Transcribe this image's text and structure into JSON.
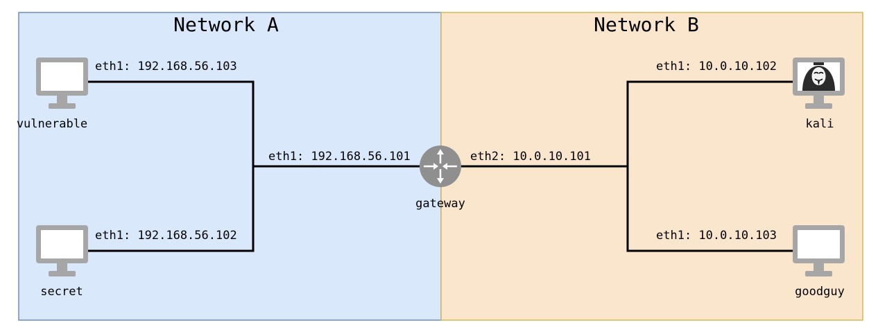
{
  "networks": {
    "a": {
      "title": "Network A",
      "fill": "#dae8fc",
      "stroke": "#6c8ebf"
    },
    "b": {
      "title": "Network B",
      "fill": "#fae5cd",
      "stroke": "#d6b656"
    }
  },
  "hosts": {
    "vulnerable": {
      "label": "vulnerable",
      "iface": "eth1: 192.168.56.103",
      "icon": "desktop-computer-icon"
    },
    "secret": {
      "label": "secret",
      "iface": "eth1: 192.168.56.102",
      "icon": "desktop-computer-icon"
    },
    "kali": {
      "label": "kali",
      "iface": "eth1: 10.0.10.102",
      "icon": "anonymous-mask-monitor-icon"
    },
    "goodguy": {
      "label": "goodguy",
      "iface": "eth1: 10.0.10.103",
      "icon": "desktop-computer-icon"
    }
  },
  "gateway": {
    "label": "gateway",
    "iface_a": "eth1: 192.168.56.101",
    "iface_b": "eth2: 10.0.10.101",
    "icon": "router-icon",
    "color": "#8f8f8f"
  },
  "colors": {
    "monitor": "#a6a6a6",
    "wire": "#000000"
  }
}
